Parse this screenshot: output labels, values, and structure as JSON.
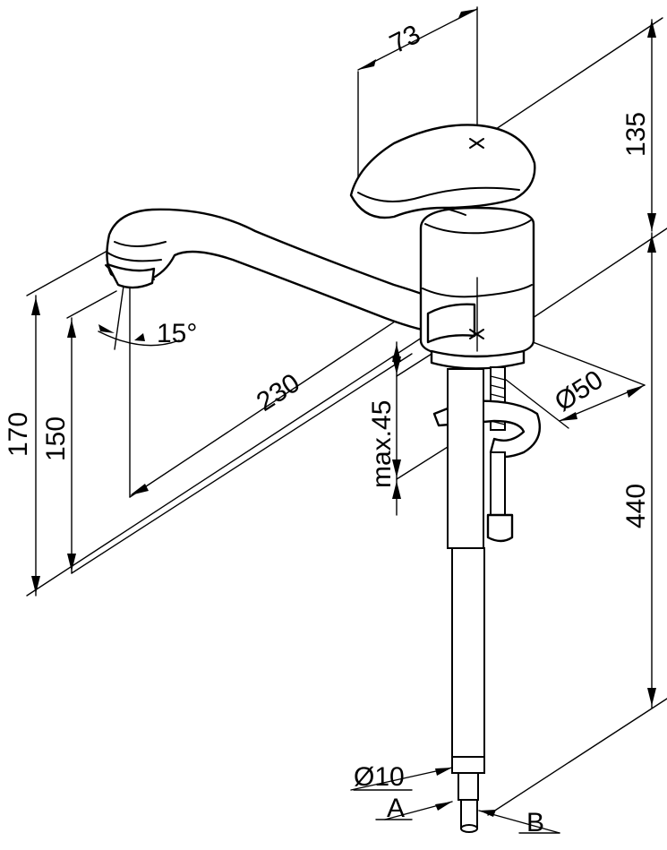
{
  "dimensions": {
    "d73": "73",
    "d135": "135",
    "d440": "440",
    "d230": "230",
    "d170": "170",
    "d150": "150",
    "max45": "max.45",
    "angle": "15°",
    "dia50": "Ø50",
    "dia10": "Ø10",
    "labelA": "A",
    "labelB": "B"
  },
  "colors": {
    "line": "#000000",
    "background": "#ffffff"
  }
}
